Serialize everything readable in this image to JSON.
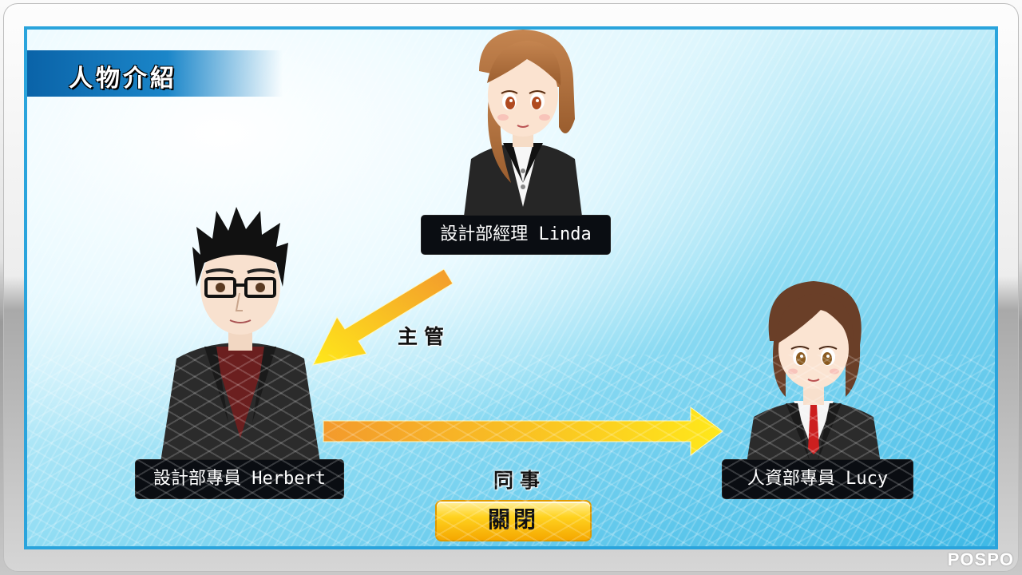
{
  "window": {
    "title": "人物介紹",
    "close_label": "關閉",
    "watermark": "POSPO"
  },
  "characters": [
    {
      "id": "linda",
      "label": "設計部經理 Linda",
      "hair": "#b5743f",
      "suit": "#2b2b2b"
    },
    {
      "id": "herbert",
      "label": "設計部專員 Herbert",
      "hair": "#111111",
      "suit": "#2e2e2e",
      "shirt": "#6b1f1f"
    },
    {
      "id": "lucy",
      "label": "人資部專員 Lucy",
      "hair": "#6a3f28",
      "suit": "#2b2b2b",
      "tie": "#cc1f1f"
    }
  ],
  "relations": [
    {
      "label": "主管"
    },
    {
      "label": "同事"
    }
  ],
  "colors": {
    "frame_border": "#2aa4dc",
    "title_bar": "#0a63a8",
    "arrow_start": "#f39a2c",
    "arrow_end": "#ffe81a",
    "button": "#ffd21f"
  }
}
